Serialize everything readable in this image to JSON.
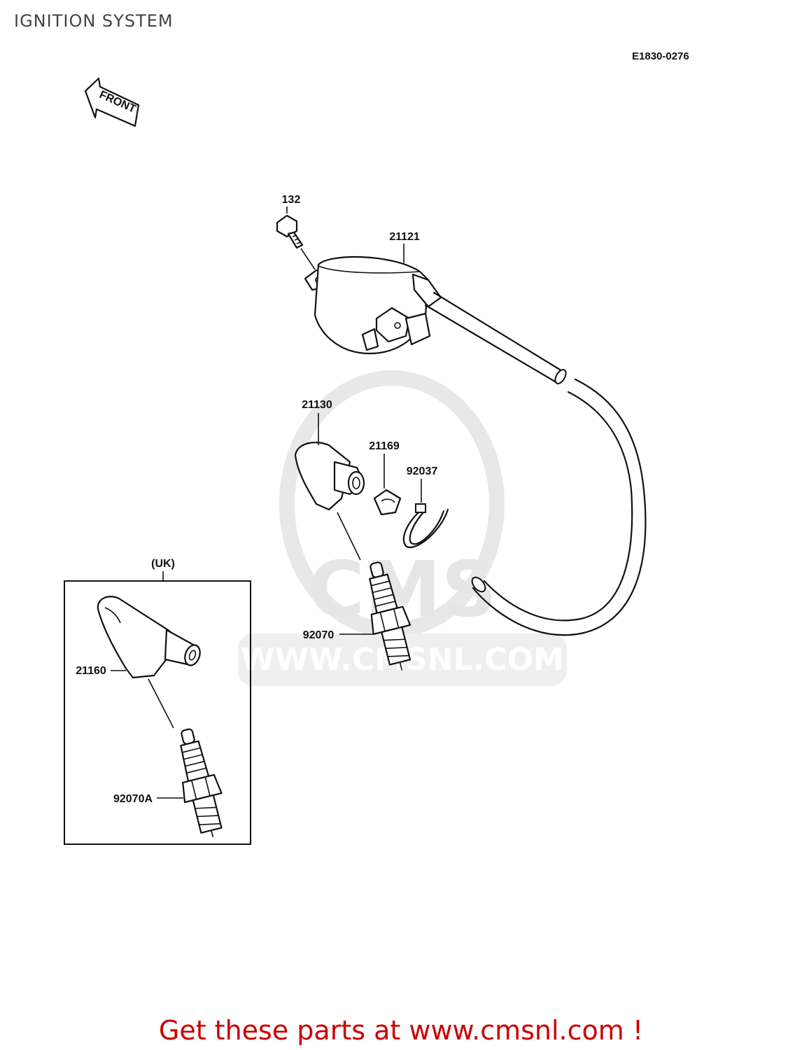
{
  "page": {
    "title": "IGNITION SYSTEM",
    "ref_code": "E1830-0276",
    "footer_cta": "Get these parts at www.cmsnl.com !"
  },
  "direction_label": "FRONT",
  "watermark": {
    "text": "WWW.CMSNL.COM",
    "logo_text": "CMS"
  },
  "callouts": {
    "bolt": "132",
    "ignition_coil": "21121",
    "plug_cap": "21130",
    "clamp": "21169",
    "band": "92037",
    "spark_plug": "92070",
    "uk_group": "(UK)",
    "uk_plug_cap": "21160",
    "uk_spark_plug": "92070A"
  },
  "colors": {
    "footer_red": "#cc0000",
    "line": "#111111",
    "watermark_gray": "#e6e6e6"
  }
}
